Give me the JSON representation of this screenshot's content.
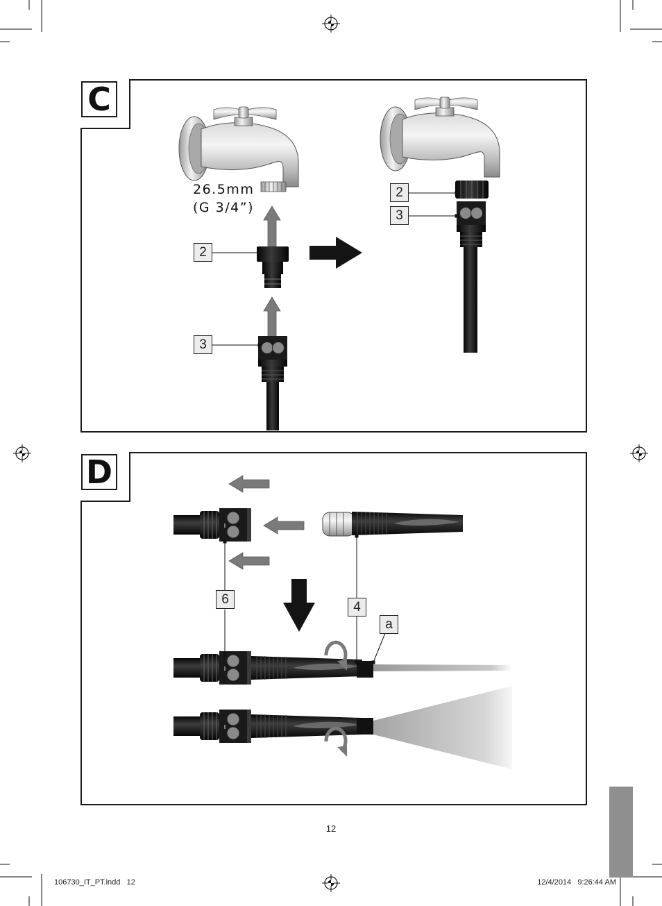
{
  "panels": {
    "c": {
      "tag": "C",
      "thread_label_line1": "26.5mm",
      "thread_label_line2": "(G 3/4”)",
      "callouts": [
        "2",
        "3",
        "2",
        "3"
      ]
    },
    "d": {
      "tag": "D",
      "callouts": [
        "6",
        "4",
        "a"
      ]
    }
  },
  "page_number": "12",
  "footer": {
    "file": "106730_IT_PT.indd   12",
    "timestamp": "12/4/2014   9:26:44 AM"
  },
  "colors": {
    "frame": "#1a1a1a",
    "arrow_gray": "#7a7a7a",
    "arrow_black": "#141414",
    "callout_fill": "#ececec",
    "side_tab": "#8f8f8f",
    "chrome_light": "#f1f1f1",
    "chrome_dark": "#8a8a8a"
  },
  "icons": {
    "registration_mark": "registration-target-icon",
    "crop_mark": "crop-mark-icon",
    "tap": "tap-faucet-icon",
    "tap_adapter": "tap-adapter-icon",
    "hose_connector": "hose-connector-icon",
    "spray_nozzle": "spray-nozzle-icon",
    "rotate": "rotate-arrow-icon"
  }
}
